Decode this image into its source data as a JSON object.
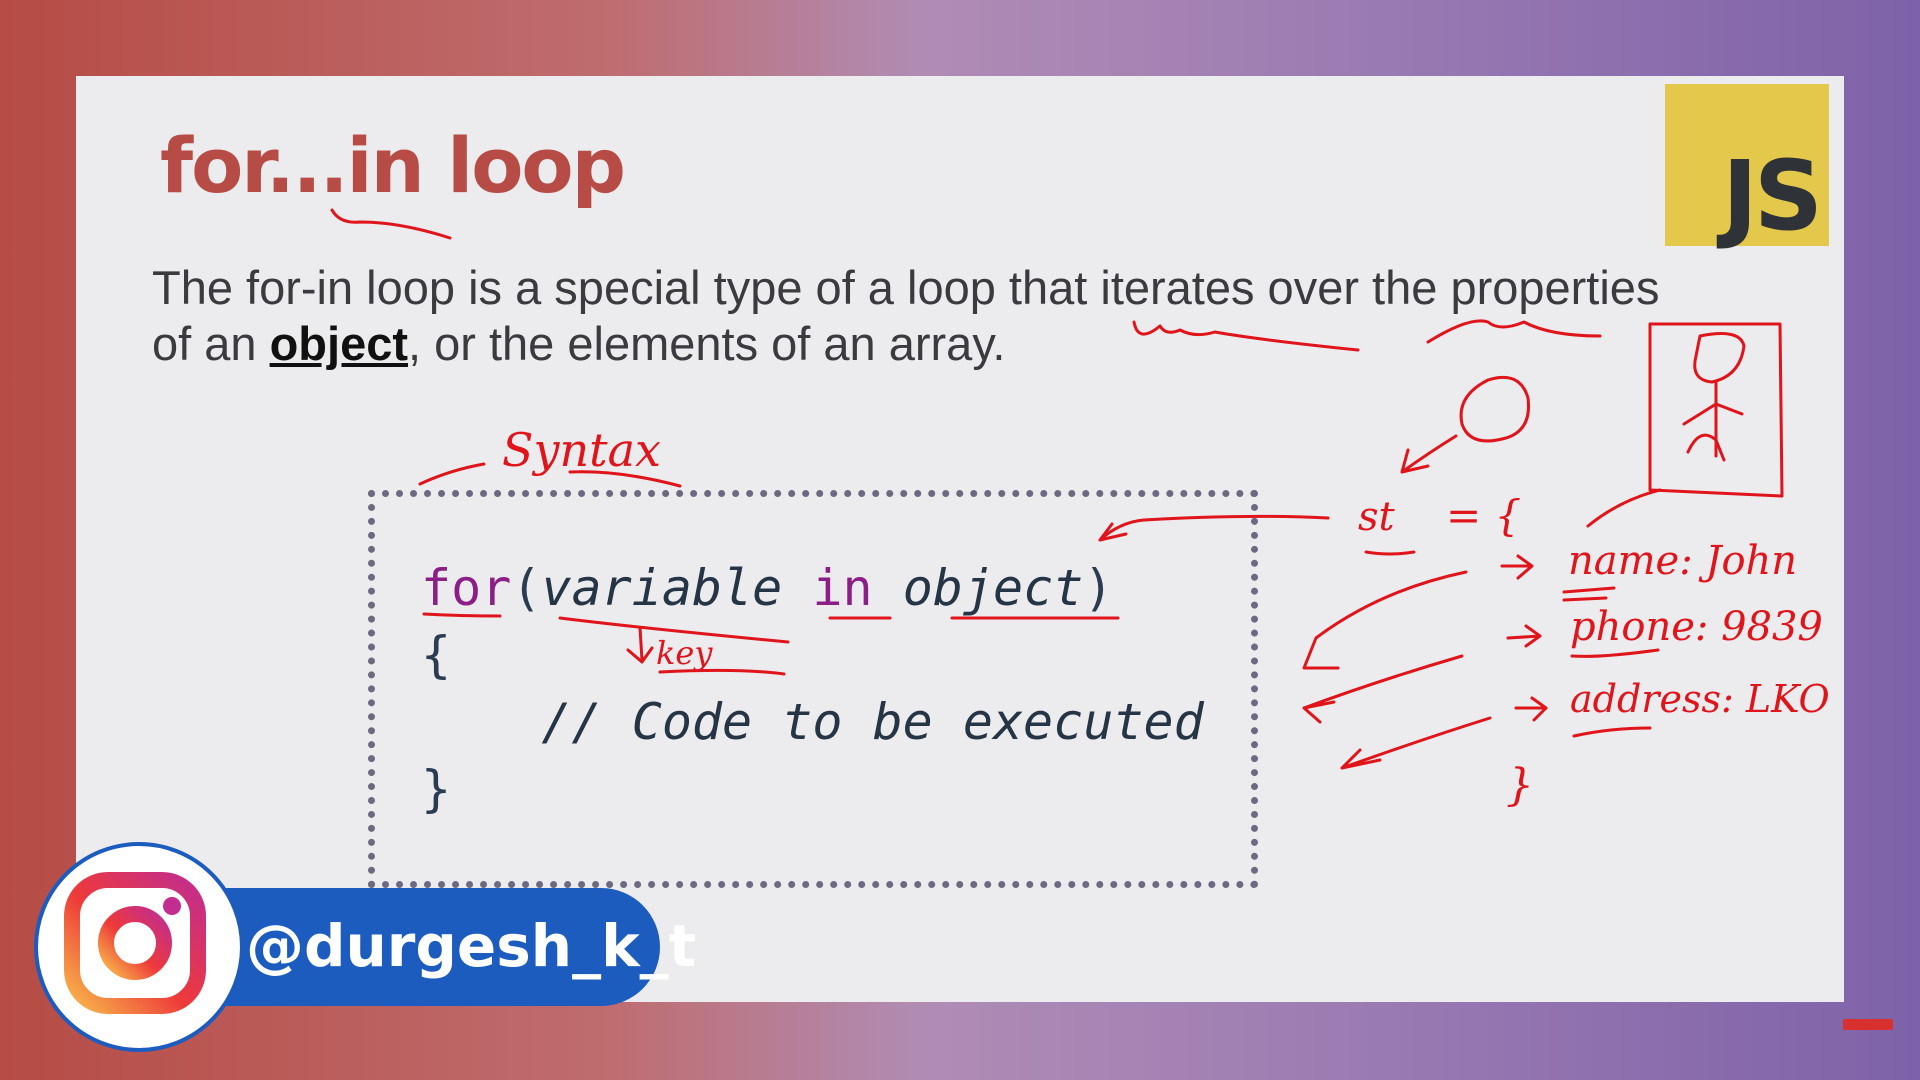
{
  "slide": {
    "title": "for...in loop",
    "logo_text": "JS",
    "description": {
      "part1": "The for-in loop is a special type of a loop that iterates over the properties of an ",
      "emphasis": "object",
      "part2": ", or the elements of an array."
    },
    "code": {
      "for_kw": "for",
      "open_paren": "(",
      "variable": "variable",
      "in_kw": "in",
      "object": "object",
      "close_paren": ")",
      "open_brace": "{",
      "comment": "    // Code to be executed",
      "close_brace": "}"
    }
  },
  "annotations": {
    "syntax_note": "Syntax",
    "key_note": "key",
    "st_label": "st",
    "equals_brace": "= {",
    "name_line": "name: John",
    "phone_line": "phone: 9839",
    "address_line": "address: LKO",
    "close_brace_note": "}"
  },
  "overlay": {
    "instagram_handle": "@durgesh_k_t"
  },
  "colors": {
    "title": "#b64c45",
    "js_logo_bg": "#e3c84c",
    "keyword": "#8b1f86",
    "ink": "#e0141b",
    "badge": "#1d5cbf"
  },
  "icons": [
    "instagram-icon",
    "youtube-subscribe-icon"
  ]
}
